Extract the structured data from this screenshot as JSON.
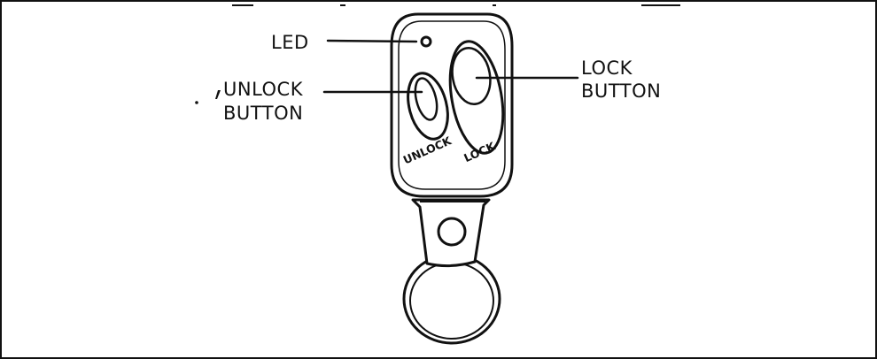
{
  "labels": {
    "led": "LED",
    "unlock_line1": "UNLOCK",
    "unlock_line2": "BUTTON",
    "lock_line1": "LOCK",
    "lock_line2": "BUTTON",
    "unlock_button_text": "UNLOCK",
    "lock_button_text": "LOCK"
  },
  "colors": {
    "ink": "#111111",
    "background": "#ffffff"
  }
}
